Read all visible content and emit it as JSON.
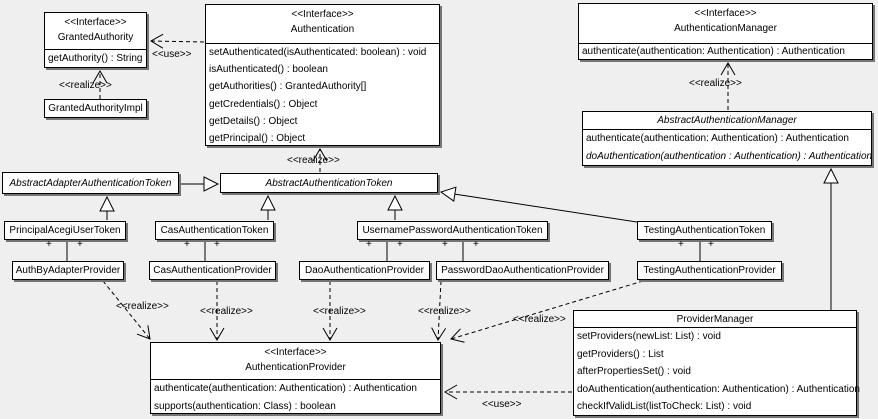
{
  "labels": {
    "use": "<<use>>",
    "realize": "<<realize>>",
    "plus": "+",
    "interface_stereotype": "<<Interface>>"
  },
  "colors": {
    "background": "#efefef",
    "box_fill": "#ffffff",
    "line": "#000000",
    "shadow": "#767676"
  },
  "classes": {
    "grantedAuthority": {
      "stereotype": "<<Interface>>",
      "name": "GrantedAuthority",
      "methods": [
        "getAuthority() : String"
      ]
    },
    "grantedAuthorityImpl": {
      "name": "GrantedAuthorityImpl"
    },
    "authentication": {
      "stereotype": "<<Interface>>",
      "name": "Authentication",
      "methods": [
        "setAuthenticated(isAuthenticated: boolean) : void",
        "isAuthenticated() : boolean",
        "getAuthorities() : GrantedAuthority[]",
        "getCredentials() : Object",
        "getDetails() : Object",
        "getPrincipal() : Object"
      ]
    },
    "authenticationManager": {
      "stereotype": "<<Interface>>",
      "name": "AuthenticationManager",
      "methods": [
        "authenticate(authentication: Authentication) : Authentication"
      ]
    },
    "abstractAuthenticationManager": {
      "name": "AbstractAuthenticationManager",
      "abstract": true,
      "methods": [
        "authenticate(authentication: Authentication) : Authentication",
        "doAuthentication(authentication : Authentication) : Authentication"
      ]
    },
    "abstractAdapterAuthenticationToken": {
      "name": "AbstractAdapterAuthenticationToken",
      "abstract": true
    },
    "abstractAuthenticationToken": {
      "name": "AbstractAuthenticationToken",
      "abstract": true
    },
    "principalAcegiUserToken": {
      "name": "PrincipalAcegiUserToken"
    },
    "casAuthenticationToken": {
      "name": "CasAuthenticationToken"
    },
    "usernamePasswordAuthenticationToken": {
      "name": "UsernamePasswordAuthenticationToken"
    },
    "testingAuthenticationToken": {
      "name": "TestingAuthenticationToken"
    },
    "authByAdapterProvider": {
      "name": "AuthByAdapterProvider"
    },
    "casAuthenticationProvider": {
      "name": "CasAuthenticationProvider"
    },
    "daoAuthenticationProvider": {
      "name": "DaoAuthenticationProvider"
    },
    "passwordDaoAuthenticationProvider": {
      "name": "PasswordDaoAuthenticationProvider"
    },
    "testingAuthenticationProvider": {
      "name": "TestingAuthenticationProvider"
    },
    "authenticationProvider": {
      "stereotype": "<<Interface>>",
      "name": "AuthenticationProvider",
      "methods": [
        "authenticate(authentication: Authentication) : Authentication",
        "supports(authentication: Class) : boolean"
      ]
    },
    "providerManager": {
      "name": "ProviderManager",
      "methods": [
        "setProviders(newList: List) : void",
        "getProviders() : List",
        "afterPropertiesSet() : void",
        "doAuthentication(authentication: Authentication) : Authentication",
        "checkIfValidList(listToCheck: List) : void"
      ]
    }
  }
}
